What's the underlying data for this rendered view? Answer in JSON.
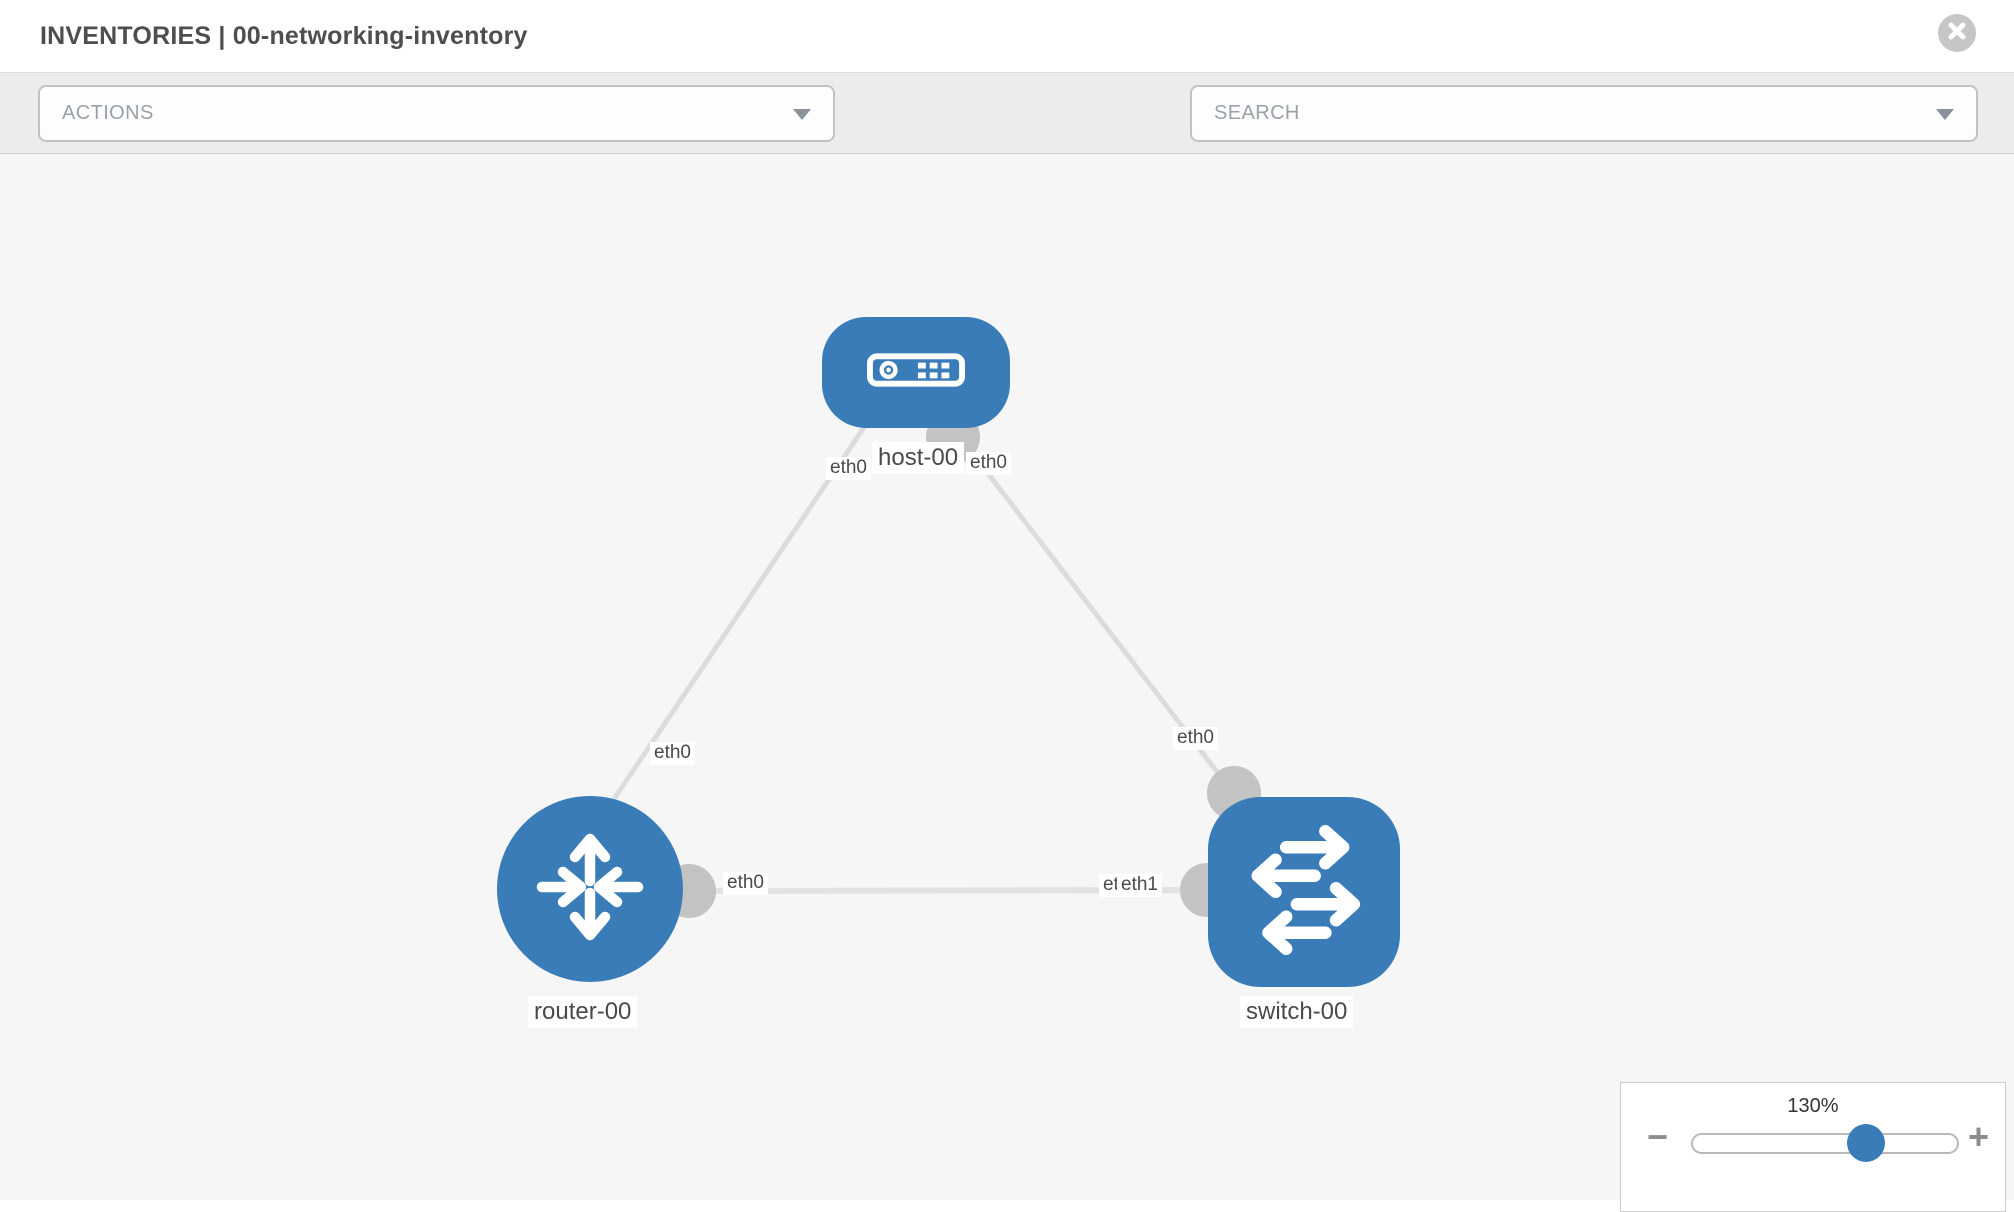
{
  "header": {
    "title": "INVENTORIES | 00-networking-inventory"
  },
  "toolbar": {
    "actions_label": "ACTIONS",
    "search_label": "SEARCH",
    "icons": [
      "wrench-icon",
      "key-icon"
    ]
  },
  "topology": {
    "nodes": [
      {
        "id": "host-00",
        "type": "host",
        "label": "host-00"
      },
      {
        "id": "router-00",
        "type": "router",
        "label": "router-00"
      },
      {
        "id": "switch-00",
        "type": "switch",
        "label": "switch-00"
      }
    ],
    "links": [
      {
        "source": "host-00",
        "source_interface": "eth0",
        "target": "router-00",
        "target_interface": "eth0"
      },
      {
        "source": "host-00",
        "source_interface": "eth0",
        "target": "switch-00",
        "target_interface": "eth0"
      },
      {
        "source": "router-00",
        "source_interface": "eth0",
        "target": "switch-00",
        "target_interface": "eth1"
      }
    ]
  },
  "interface_labels": {
    "host_left": "eth0",
    "host_right": "eth0",
    "router_top": "eth0",
    "switch_top": "eth0",
    "router_right": "eth0",
    "switch_left_back": "eth0",
    "switch_left_front": "eth1"
  },
  "zoom_control": {
    "level": "130%",
    "minus": "−",
    "plus": "+"
  },
  "colors": {
    "node_blue": "#3a7cb8",
    "interface_gray": "#c3c3c3",
    "link_gray": "#dcdcdc",
    "toolbar_gray": "#ececec",
    "canvas_gray": "#f6f6f6"
  }
}
